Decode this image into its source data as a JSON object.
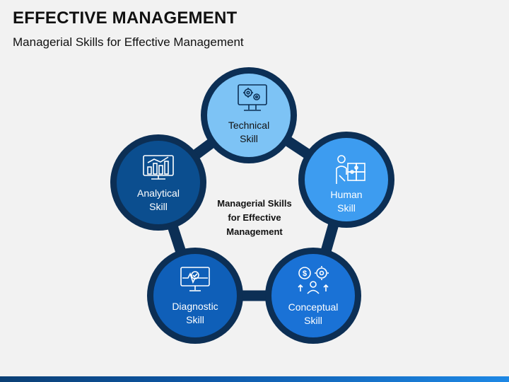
{
  "title": "EFFECTIVE MANAGEMENT",
  "subtitle": "Managerial Skills for Effective Management",
  "center": {
    "line1": "Managerial Skills",
    "line2": "for Effective",
    "line3": "Management"
  },
  "nodes": [
    {
      "line1": "Technical",
      "line2": "Skill",
      "icon": "computer-gears-icon",
      "fill": "#7dc3f5"
    },
    {
      "line1": "Human",
      "line2": "Skill",
      "icon": "person-puzzle-icon",
      "fill": "#3d9cf0"
    },
    {
      "line1": "Conceptual",
      "line2": "Skill",
      "icon": "dollar-gear-person-icon",
      "fill": "#1a72d6"
    },
    {
      "line1": "Diagnostic",
      "line2": "Skill",
      "icon": "monitor-check-icon",
      "fill": "#0f5fb8"
    },
    {
      "line1": "Analytical",
      "line2": "Skill",
      "icon": "chart-board-icon",
      "fill": "#0b4e8f"
    }
  ],
  "colors": {
    "ring": "#0c2f55",
    "bottom_bar_dark": "#0b3f74",
    "bottom_bar_light": "#1e88e5"
  }
}
